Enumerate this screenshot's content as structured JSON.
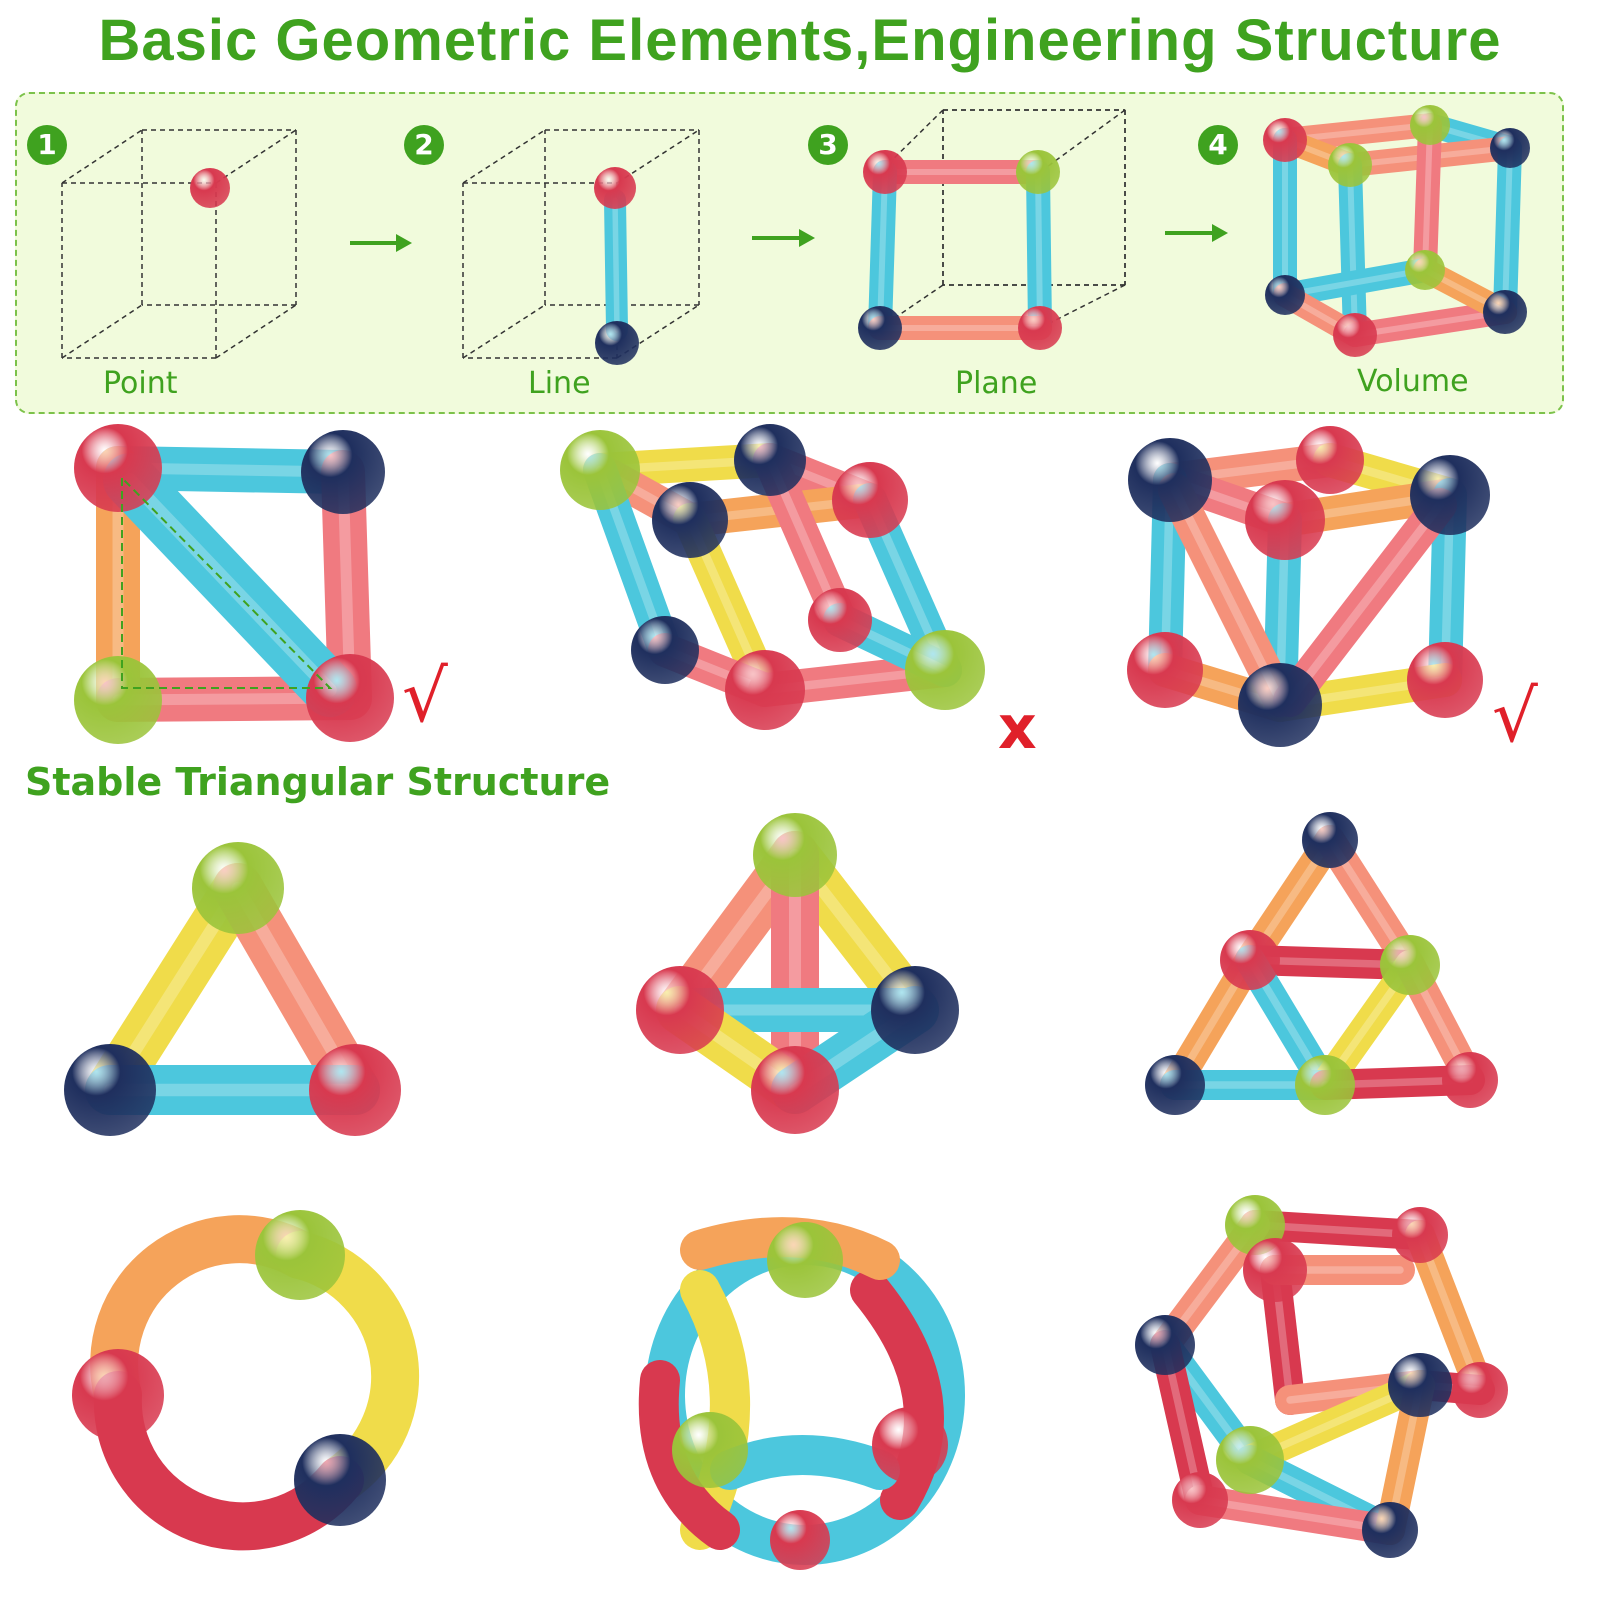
{
  "title": "Basic Geometric Elements,Engineering Structure",
  "steps": [
    {
      "number": "1",
      "label": "Point"
    },
    {
      "number": "2",
      "label": "Line"
    },
    {
      "number": "3",
      "label": "Plane"
    },
    {
      "number": "4",
      "label": "Volume"
    }
  ],
  "stable_caption": "Stable Triangular Structure",
  "marks": {
    "correct": "√",
    "wrong": "x"
  },
  "colors": {
    "accent_green": "#3fa21f",
    "mark_red": "#e0202a",
    "panel_bg": "#f1fbdc"
  }
}
